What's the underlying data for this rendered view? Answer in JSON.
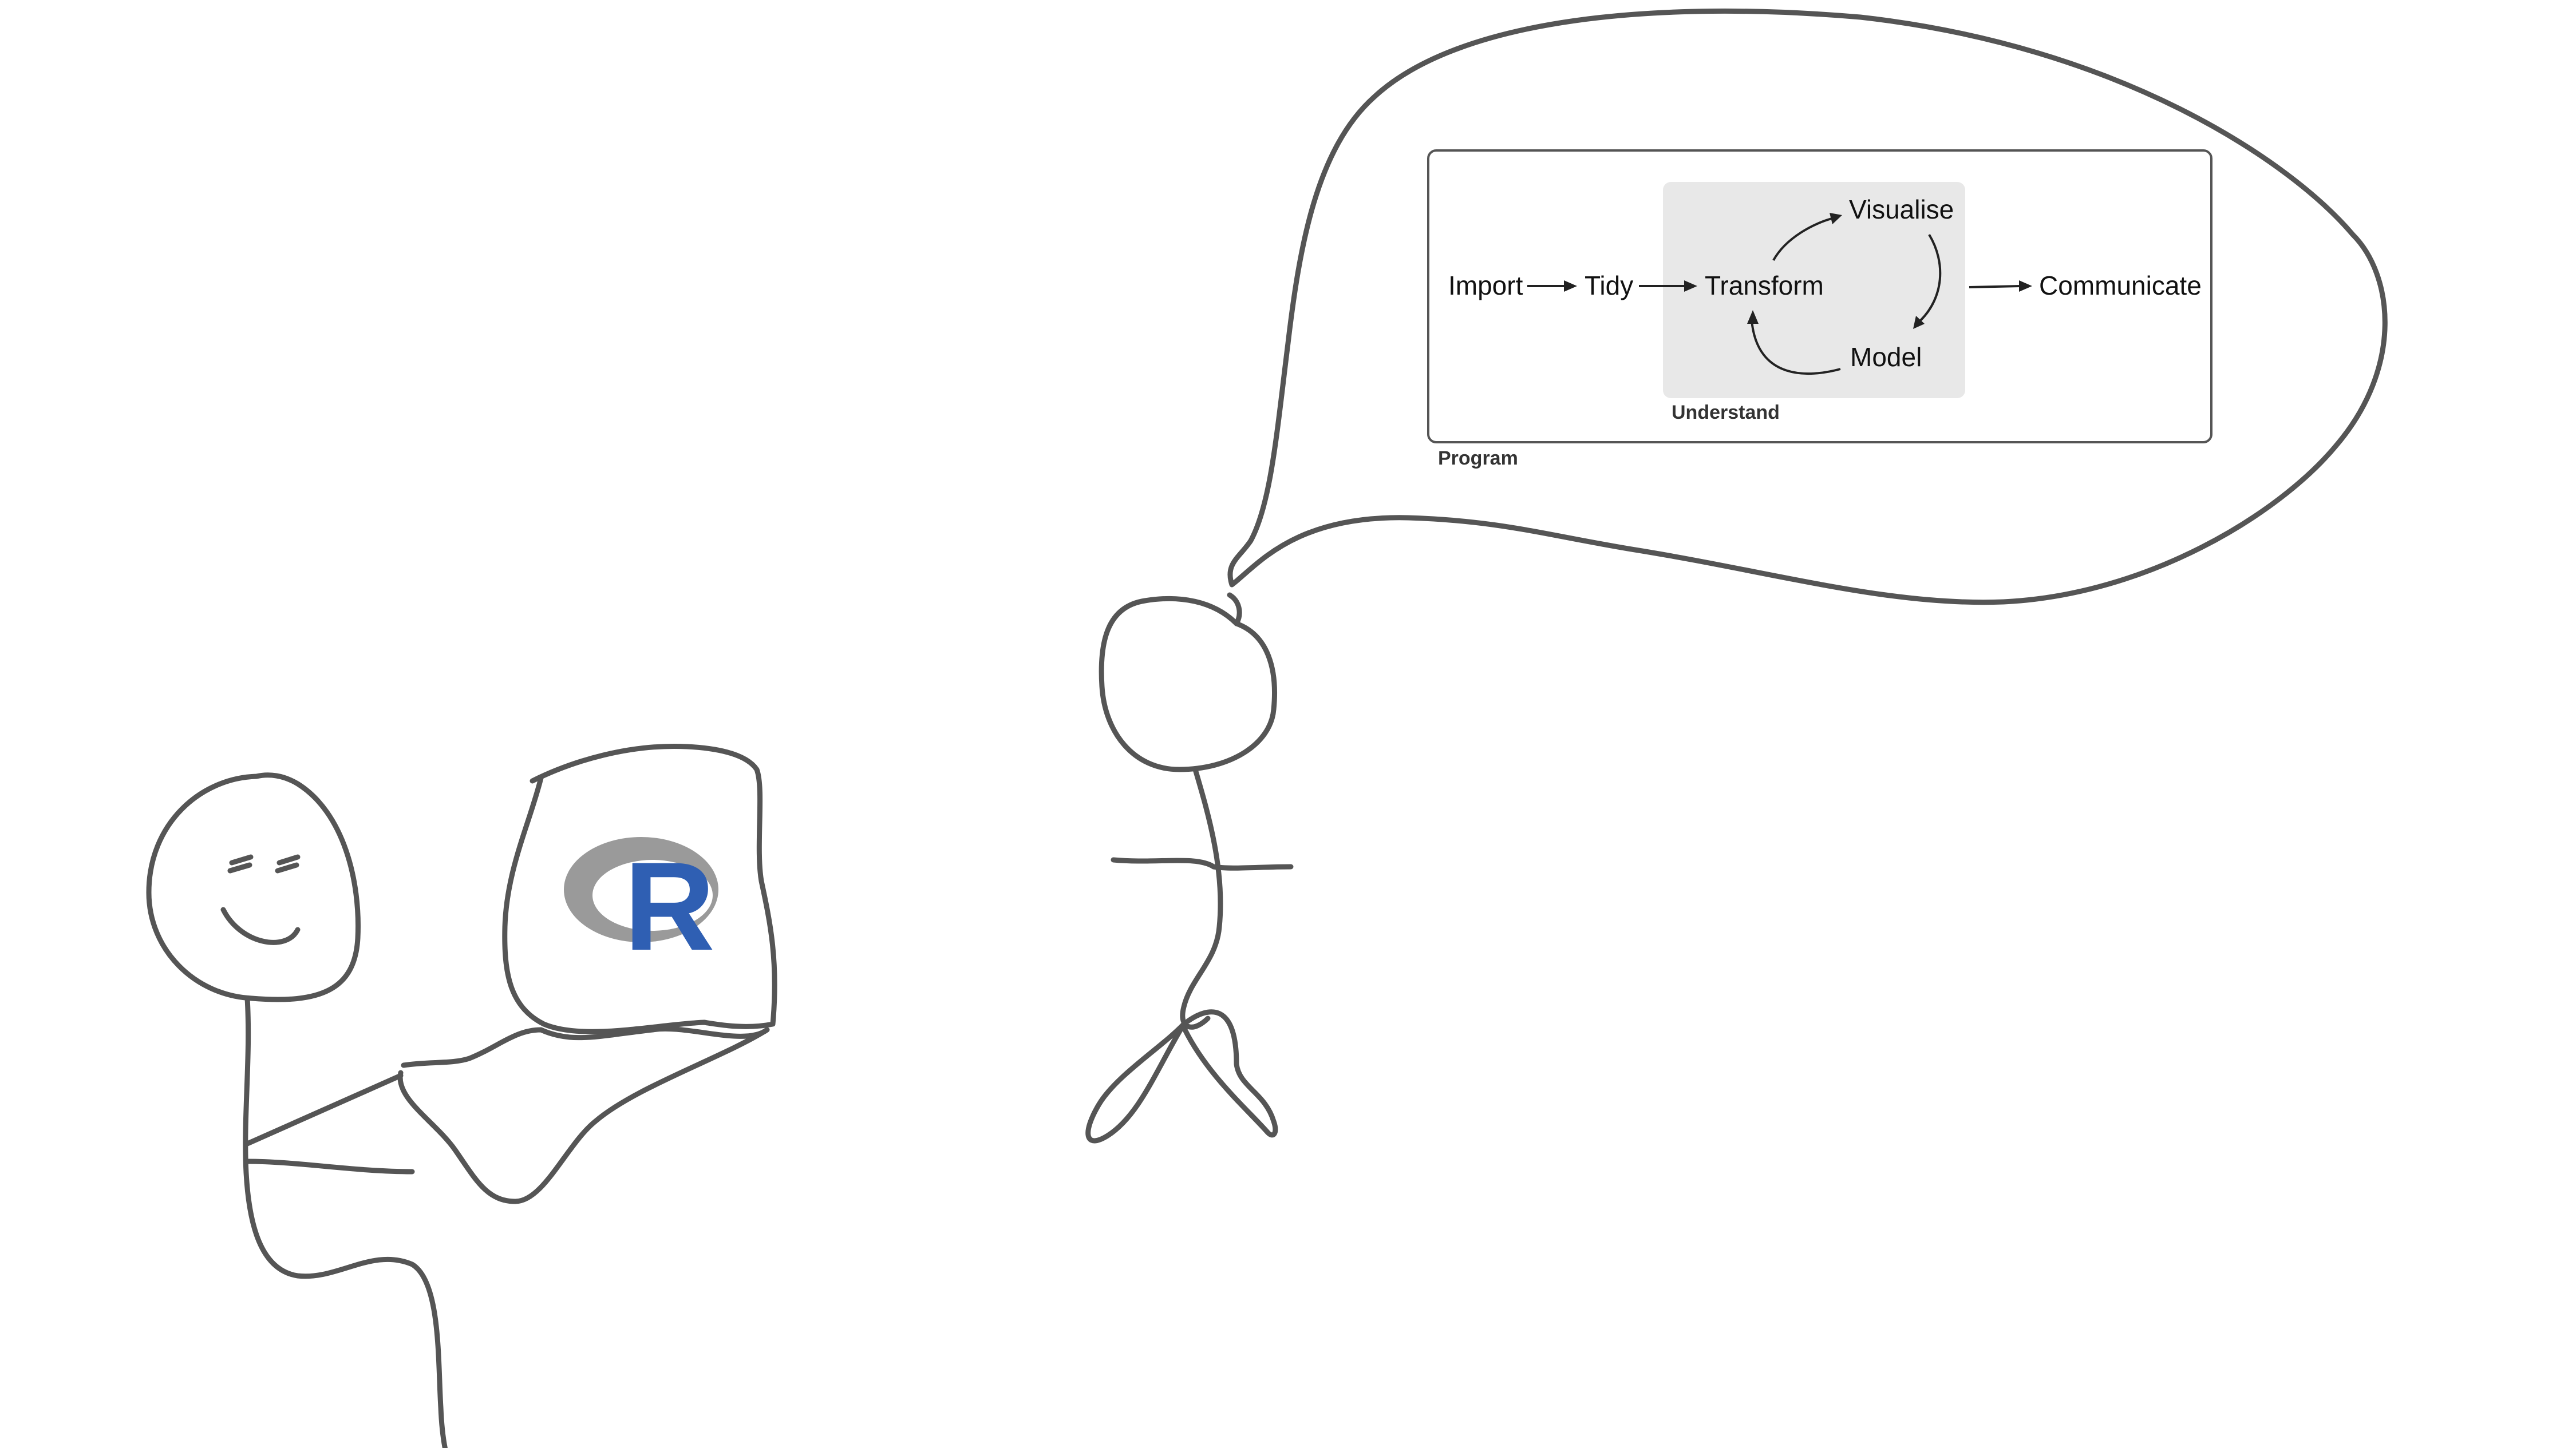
{
  "colors": {
    "sketch_line": "#555555",
    "understand_box": "#e8e8e8",
    "r_logo_ring": "#9a9a9a",
    "r_logo_letter": "#2f5fb3"
  },
  "icons": {
    "logo": "r-logo",
    "people": [
      "stick-figure-left",
      "stick-figure-right"
    ],
    "bubble": "thought-bubble"
  },
  "logo": {
    "letter": "R"
  },
  "workflow": {
    "outer_label": "Program",
    "inner_label": "Understand",
    "steps": {
      "import": "Import",
      "tidy": "Tidy",
      "transform": "Transform",
      "visualise": "Visualise",
      "model": "Model",
      "communicate": "Communicate"
    }
  }
}
